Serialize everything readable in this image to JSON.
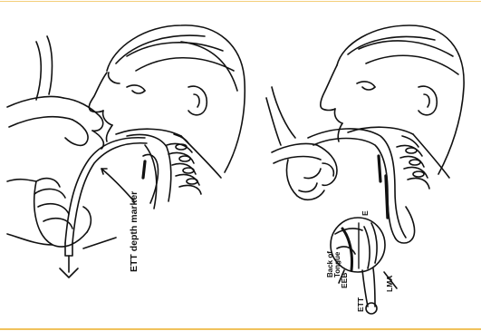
{
  "labels": {
    "ett_depth_marker": "ETT depth marker",
    "back_of_tongue_line1": "Back of",
    "back_of_tongue_line2": "Tongue",
    "eeb": "EEB",
    "e": "E",
    "lma": "LMA",
    "ett": "ETT"
  },
  "colors": {
    "frame_accent": "#f0c25c",
    "line": "#111111"
  }
}
